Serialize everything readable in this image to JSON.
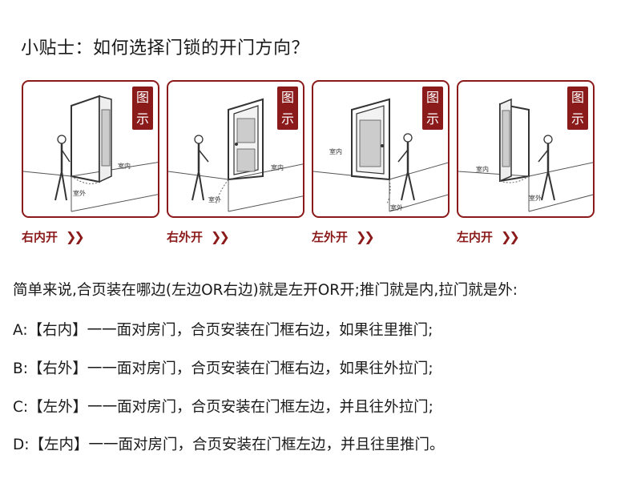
{
  "title": "小贴士：如何选择门锁的开门方向？",
  "badge": [
    "图",
    "示"
  ],
  "panels": [
    {
      "caption": "右内开",
      "room_in": "室内",
      "room_out": "室外"
    },
    {
      "caption": "右外开",
      "room_in": "室内",
      "room_out": "室外"
    },
    {
      "caption": "左外开",
      "room_in": "室内",
      "room_out": "室外"
    },
    {
      "caption": "左内开",
      "room_in": "室内",
      "room_out": "室外"
    }
  ],
  "chevron": "❯❯",
  "description": "简单来说,合页装在哪边(左边OR右边)就是左开OR开;推门就是内,拉门就是外:",
  "rules": [
    "A:【右内】一一面对房门，合页安装在门框右边，如果往里推门;",
    "B:【右外】一一面对房门，合页安装在门框右边，如果往外拉门;",
    "C:【左外】一一面对房门，合页安装在门框左边，并且往外拉门;",
    "D:【左内】一一面对房门，合页安装在门框左边，并且往里推门。"
  ],
  "colors": {
    "accent": "#8b1a1a",
    "text": "#1a1a1a"
  }
}
